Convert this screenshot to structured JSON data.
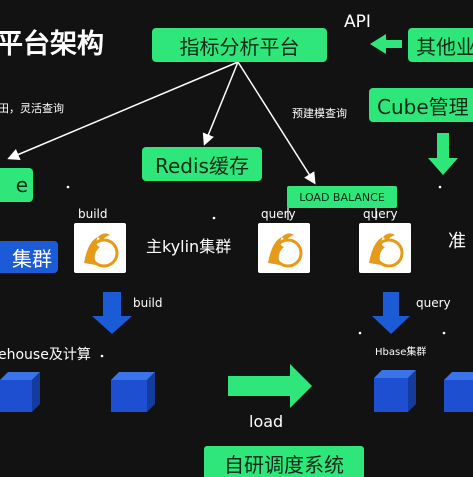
{
  "title": "平台架构",
  "nodes": {
    "analytics": "指标分析平台",
    "api": "API",
    "other": "其他业",
    "cube_mgmt": "Cube管理",
    "redis": "Redis缓存",
    "load_balance": "LOAD BALANCE",
    "left_cut": "e",
    "left_cluster": "集群",
    "main_cluster": "主kylin集群",
    "right_cut": "准",
    "dispatch": "自研调度系统"
  },
  "labels": {
    "flexible_query": "田，灵活查询",
    "prebuilt_query": "预建模查询",
    "build_top": "build",
    "query_mid": "query",
    "query_right": "query",
    "build_arrow": "build",
    "query_arrow": "query",
    "warehouse": "ehouse及计算",
    "hbase": "Hbase集群",
    "load": "load"
  },
  "colors": {
    "green": "#2ee67a",
    "blue": "#1b5bd6",
    "cube": "#1f4fd1",
    "background": "#121212"
  },
  "icons": [
    "kylin-logo",
    "kylin-logo",
    "kylin-logo"
  ]
}
